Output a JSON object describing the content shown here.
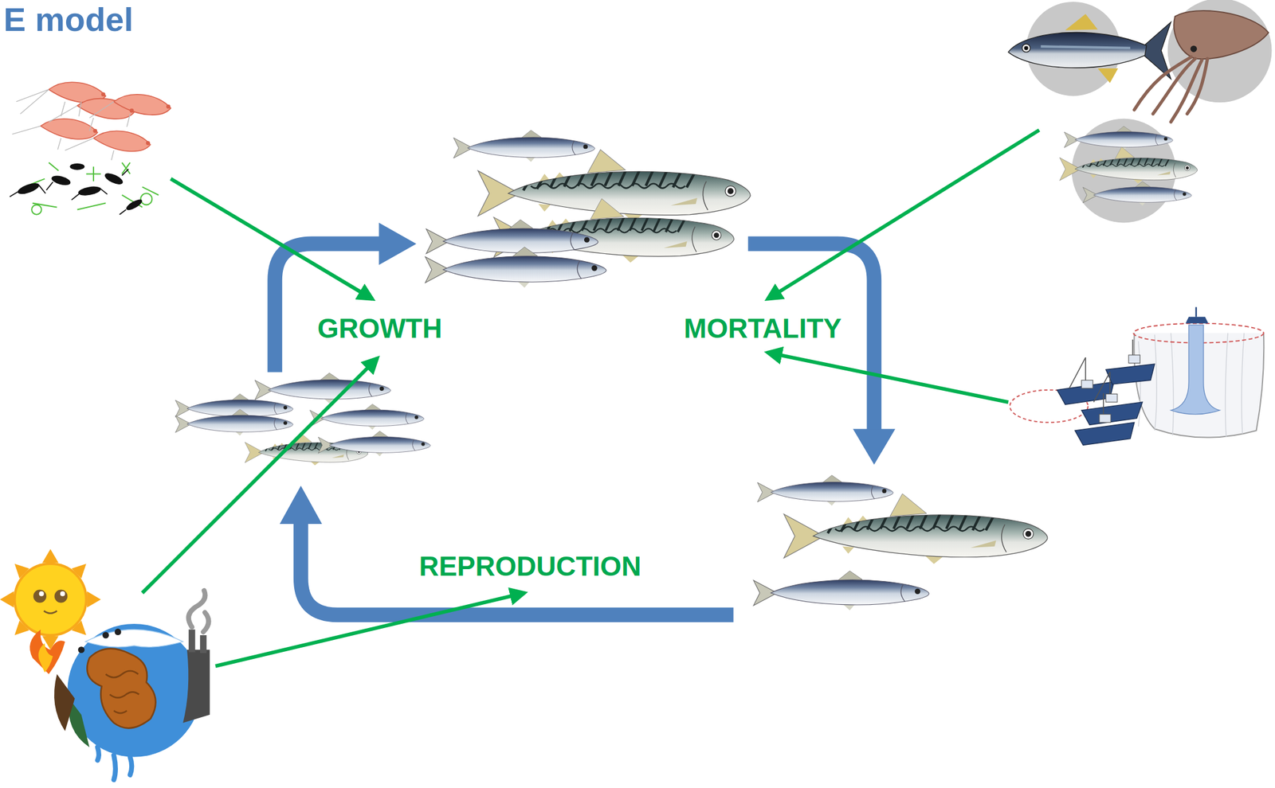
{
  "diagram": {
    "title": "E model",
    "labels": [
      "GROWTH",
      "MORTALITY",
      "REPRODUCTION"
    ]
  }
}
